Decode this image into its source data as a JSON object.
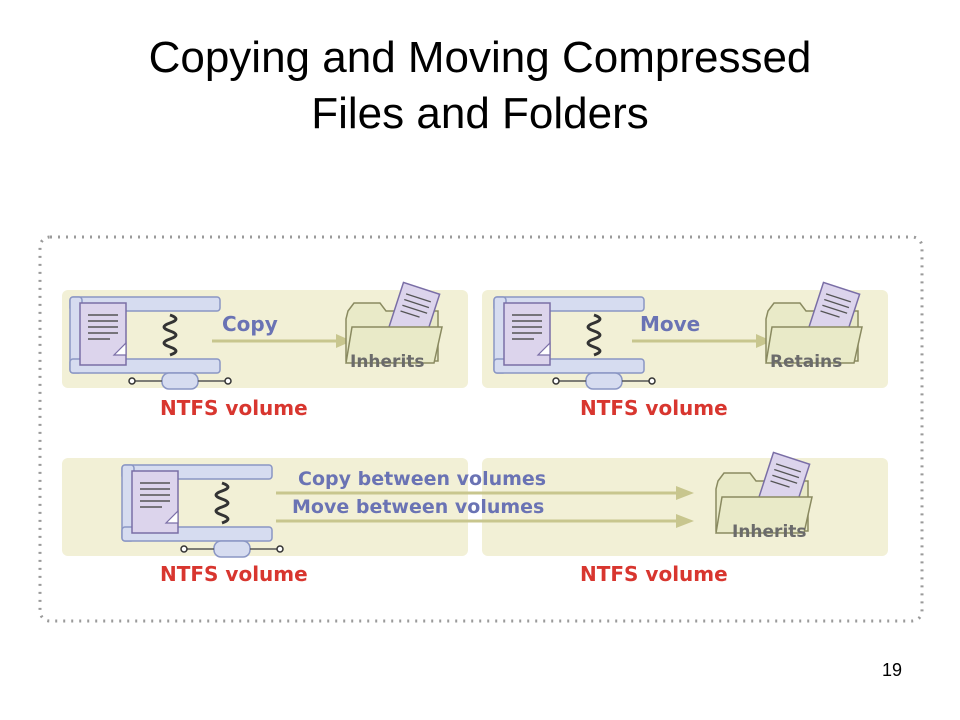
{
  "slide": {
    "title_line1": "Copying and Moving Compressed",
    "title_line2": "Files and Folders",
    "page_number": "19"
  },
  "diagram": {
    "colors": {
      "panel_fill": "#f2f0d6",
      "arrow": "#c8c68e",
      "action_text": "#6a73b4",
      "result_text": "#6b6b6b",
      "volume_text": "#d8362f",
      "document_fill": "#dcd4ec",
      "clamp_fill": "#d6dcf0",
      "folder_fill": "#e9eac8",
      "border": "#9a9a9a"
    },
    "top_left": {
      "action": "Copy",
      "result": "Inherits",
      "volume": "NTFS volume"
    },
    "top_right": {
      "action": "Move",
      "result": "Retains",
      "volume": "NTFS volume"
    },
    "bottom": {
      "action_copy": "Copy between volumes",
      "action_move": "Move between volumes",
      "result": "Inherits",
      "volume_left": "NTFS volume",
      "volume_right": "NTFS volume"
    },
    "icons": [
      "compressed-file-clamp-icon",
      "folder-icon",
      "document-icon",
      "arrow-icon"
    ]
  }
}
